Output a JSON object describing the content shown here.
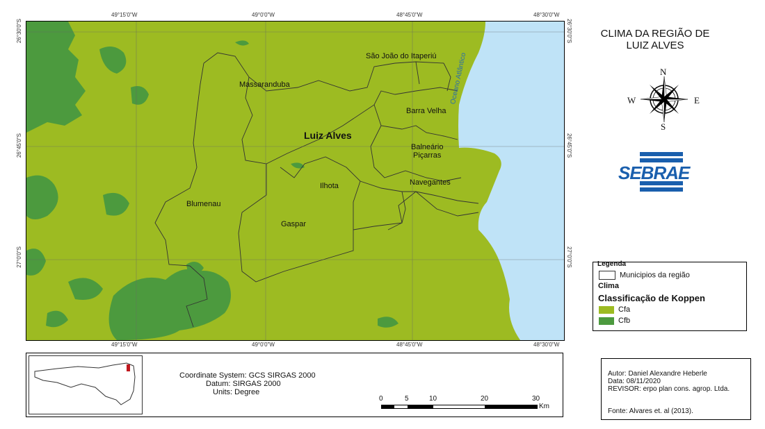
{
  "title_line1": "CLIMA DA REGIÃO DE",
  "title_line2": "LUIZ ALVES",
  "coords": {
    "top": [
      "49°15'0\"W",
      "49°0'0\"W",
      "48°45'0\"W",
      "48°30'0\"W"
    ],
    "bottom": [
      "49°15'0\"W",
      "49°0'0\"W",
      "48°45'0\"W",
      "48°30'0\"W"
    ],
    "left": [
      "26°30'0\"S",
      "26°45'0\"S",
      "27°0'0\"S"
    ],
    "right": [
      "26°30'0\"S",
      "26°45'0\"S",
      "27°0'0\"S"
    ]
  },
  "municipalities": {
    "sao_joao": "São João do Itaperiú",
    "massaranduba": "Massaranduba",
    "barra_velha": "Barra Velha",
    "luiz_alves": "Luiz Alves",
    "balneario": "Balneário",
    "picarras": "Piçarras",
    "navegantes": "Navegantes",
    "ilhota": "Ilhota",
    "blumenau": "Blumenau",
    "gaspar": "Gaspar"
  },
  "ocean_label": "Oceano Atlântico",
  "compass": {
    "n": "N",
    "s": "S",
    "e": "E",
    "w": "W"
  },
  "logo_text": "SEBRAE",
  "legend": {
    "title": "Legenda",
    "municipios": "Municipios da região",
    "clima": "Clima",
    "classificacao": "Classificação de Koppen",
    "cfa": "Cfa",
    "cfb": "Cfb"
  },
  "colors": {
    "cfa": "#9dbb22",
    "cfb": "#4c9a3e",
    "ocean": "#bfe3f7"
  },
  "coordinate_info": {
    "system": "Coordinate System: GCS SIRGAS 2000",
    "datum": "Datum: SIRGAS 2000",
    "units": "Units: Degree"
  },
  "scale": {
    "ticks": [
      "0",
      "5",
      "10",
      "20",
      "30"
    ],
    "unit": "Km"
  },
  "credits": {
    "author": "Autor: Daniel Alexandre Heberle",
    "date": "Data: 08/11/2020",
    "revisor": "REVISOR: erpo plan cons. agrop. Ltda.",
    "source": "Fonte: Alvares et. al (2013)."
  }
}
